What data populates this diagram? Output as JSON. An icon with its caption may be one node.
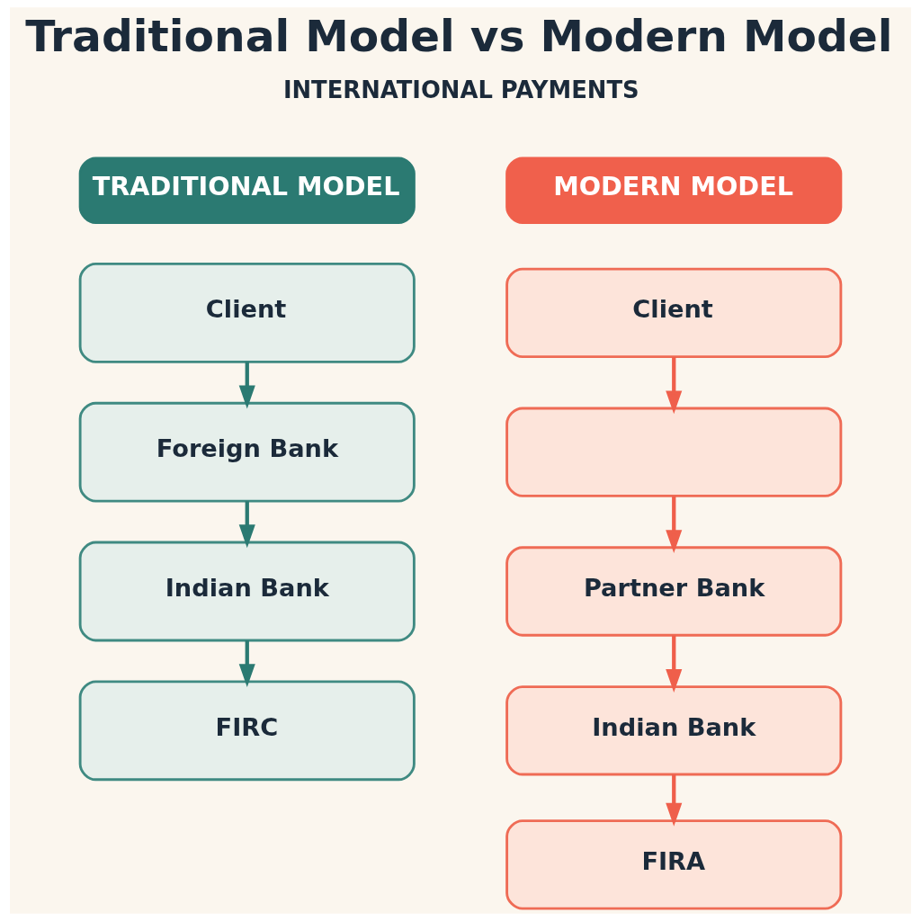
{
  "diagram": {
    "title": "Traditional Model vs Modern Model",
    "nodes": [
      {
        "text": [
          "TRADITIONAL MODEL"
        ]
      },
      {
        "text": [
          "Client"
        ]
      },
      {
        "text": [
          "Foreign Bank"
        ]
      },
      {
        "text": [
          "Indian Bank"
        ]
      },
      {
        "text": [
          "FIRC"
        ]
      },
      {
        "text": [
          "MODERN MODEL"
        ]
      },
      {
        "text": [
          "Client"
        ]
      },
      {
        "text": [],
        "shape": "box"
      },
      {
        "text": [
          "Partner Bank"
        ]
      },
      {
        "text": [
          "Indian Bank"
        ]
      },
      {
        "text": [
          "FIRA"
        ]
      }
    ],
    "edges": [
      {
        "from": 1,
        "to": 2,
        "arrow": "to",
        "color": "#2b7a72"
      },
      {
        "from": 2,
        "to": 3,
        "arrow": "to",
        "color": "#2b7a72"
      },
      {
        "from": 3,
        "to": 4,
        "arrow": "to",
        "color": "#2b7a72"
      },
      {
        "from": 6,
        "to": 7,
        "arrow": "to"
      },
      {
        "from": 7,
        "to": 8,
        "arrow": "to"
      },
      {
        "from": 8,
        "to": 9,
        "arrow": "to"
      },
      {
        "from": 9,
        "to": 10,
        "arrow": "to"
      }
    ],
    "labels": [
      "INTERNATIONAL PAYMENTS"
    ]
  }
}
